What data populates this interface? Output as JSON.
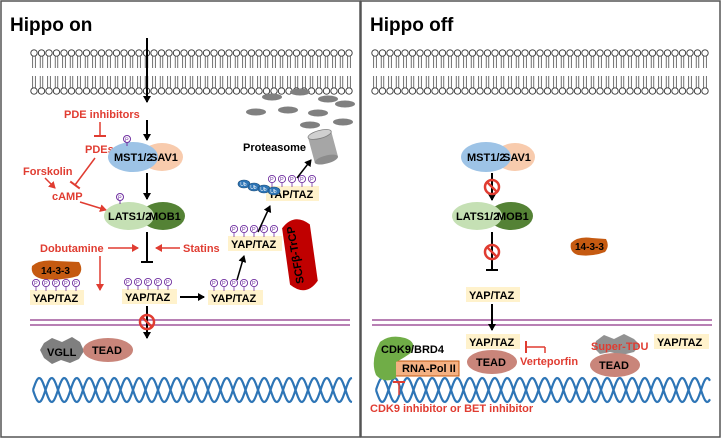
{
  "panels": {
    "left_title": "Hippo on",
    "right_title": "Hippo off"
  },
  "labels": {
    "pde_inhibitors": "PDE inhibitors",
    "pdes": "PDEs",
    "forskolin": "Forskolin",
    "camp": "cAMP",
    "dobutamine": "Dobutamine",
    "statins": "Statins",
    "proteasome": "Proteasome",
    "scf": "SCFβ-TrCP",
    "mst12": "MST1/2",
    "sav1": "SAV1",
    "lats12": "LATS1/2",
    "mob1": "MOB1",
    "yaptaz": "YAP/TAZ",
    "p": "P",
    "ub": "Ub",
    "protein_1433": "14-3-3",
    "vgll": "VGLL",
    "tead": "TEAD",
    "cdk9_brd4": "CDK9/BRD4",
    "rna_pol": "RNA-Pol II",
    "verteporfin": "Verteporfin",
    "super_tdu": "Super-TDU",
    "cdk9_inhibitor": "CDK9 inhibitor or BET inhibitor"
  },
  "colors": {
    "red_text": "#e03c31",
    "yap_box": "#fff2cc",
    "mst": "#9dc3e6",
    "sav": "#f8cbad",
    "lats": "#c5e0b4",
    "mob": "#548235",
    "dna": "#2e75b6",
    "membrane": "#a0569c",
    "orange_1433": "#c55a11",
    "tead": "#c9857a",
    "scf": "#c00000",
    "cdk9": "#70ad47",
    "rnapol": "#f4b183",
    "grey": "#808080",
    "ub": "#2e75b6"
  }
}
